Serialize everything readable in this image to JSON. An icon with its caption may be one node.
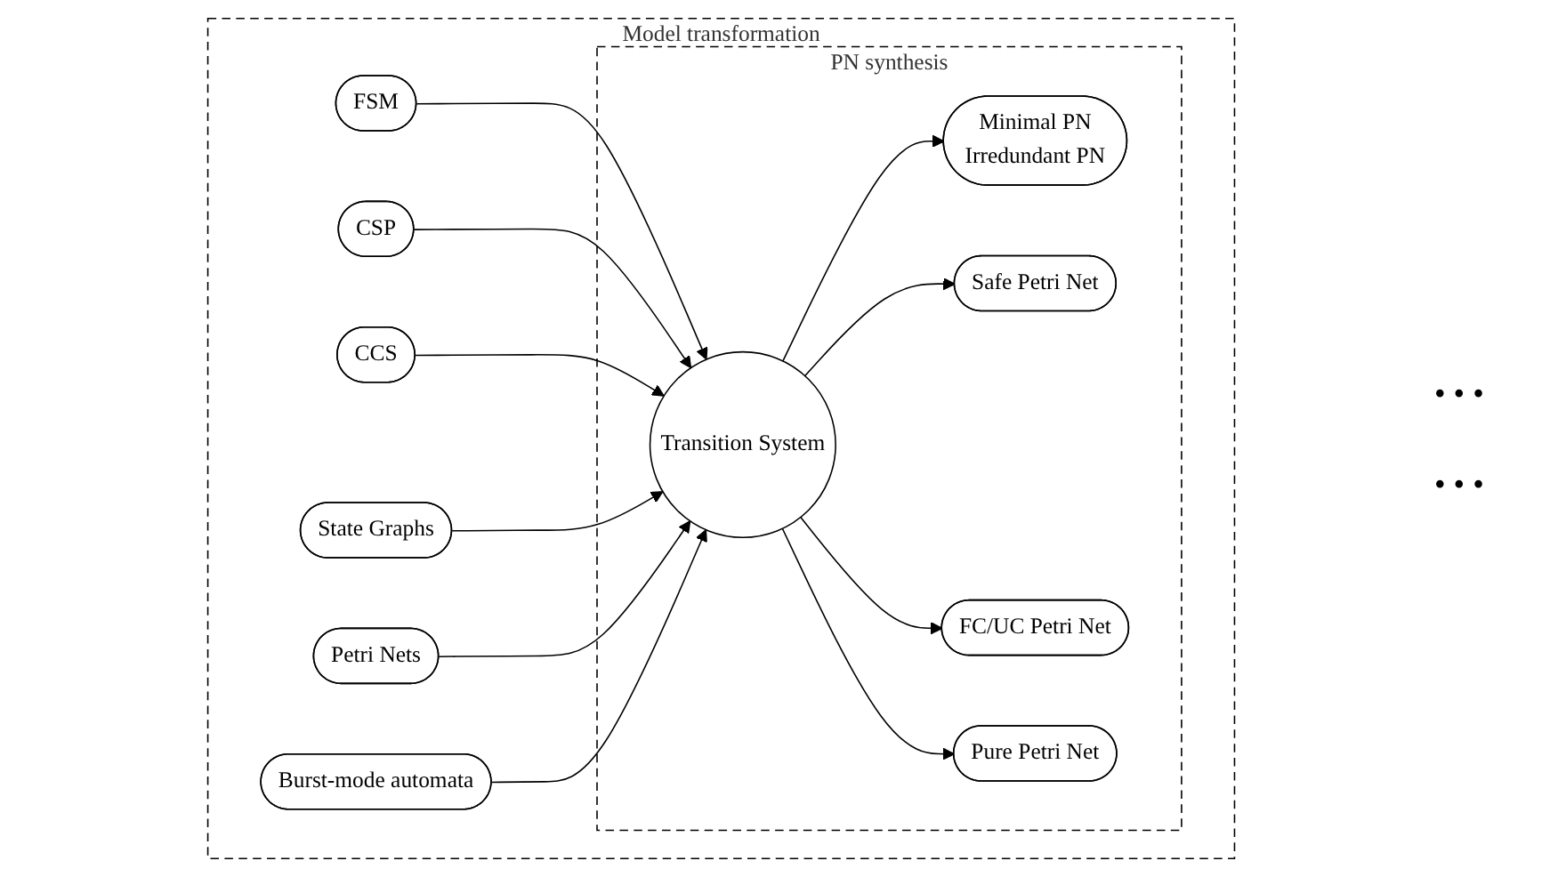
{
  "diagram": {
    "nodes": [
      {
        "text": [
          "Model transformation"
        ]
      },
      {
        "text": [
          "PN synthesis"
        ],
        "in": 0
      },
      {
        "text": [
          "FSM"
        ],
        "in": 0
      },
      {
        "text": [
          "CSP"
        ],
        "in": 0
      },
      {
        "text": [
          "CCS"
        ],
        "in": 0
      },
      {
        "text": [
          "State Graphs"
        ],
        "in": 0
      },
      {
        "text": [
          "Petri Nets"
        ],
        "in": 0
      },
      {
        "text": [
          "Burst-mode automata"
        ],
        "in": 0
      },
      {
        "text": [
          "Transition System"
        ],
        "in": 1
      },
      {
        "text": [
          "Minimal PN",
          "Irredundant PN"
        ],
        "in": 1
      },
      {
        "text": [
          "Safe Petri Net"
        ],
        "in": 1
      },
      {
        "text": [
          "FC/UC Petri Net"
        ],
        "in": 1
      },
      {
        "text": [
          "Pure Petri Net"
        ],
        "in": 1
      }
    ],
    "edges": [
      {
        "from": 2,
        "to": 8,
        "arrow": "to"
      },
      {
        "from": 3,
        "to": 8,
        "arrow": "to"
      },
      {
        "from": 4,
        "to": 8,
        "arrow": "to"
      },
      {
        "from": 5,
        "to": 8,
        "arrow": "to"
      },
      {
        "from": 6,
        "to": 8,
        "arrow": "to"
      },
      {
        "from": 7,
        "to": 8,
        "arrow": "to"
      },
      {
        "from": 8,
        "to": 9,
        "arrow": "to"
      },
      {
        "from": 8,
        "to": 10,
        "arrow": "to"
      },
      {
        "from": 8,
        "to": 11,
        "arrow": "to"
      },
      {
        "from": 8,
        "to": 12,
        "arrow": "to"
      }
    ],
    "labels": [
      "• • •",
      "• • •"
    ]
  }
}
